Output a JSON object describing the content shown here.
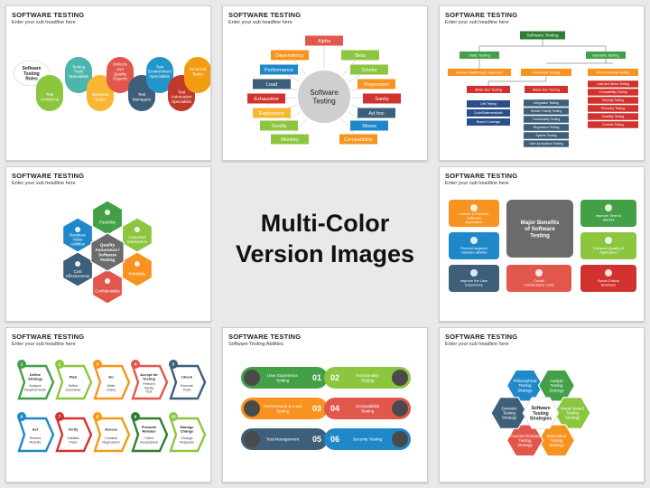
{
  "center": {
    "line1": "Multi-Color",
    "line2": "Version Images"
  },
  "slides": [
    {
      "title": "SOFTWARE TESTING",
      "subtitle": "Enter your sub headline here",
      "start_label": "Software Testing Roles",
      "roles": [
        "Test Architects",
        "Testing Tools Specialists",
        "Business Tester",
        "Defects and Quality Experts",
        "Test Managers",
        "Test Environment Specialists",
        "Test Automation Specialists",
        "Technical Tester"
      ],
      "colors": [
        "#8cc63f",
        "#4db6ac",
        "#f7b733",
        "#e2574c",
        "#3e5f7a",
        "#2196c9",
        "#c0392b",
        "#f39c12"
      ]
    },
    {
      "title": "SOFTWARE TESTING",
      "subtitle": "Enter your sub headline here",
      "center": "Software Testing",
      "types": [
        "Alpha",
        "Beta",
        "Smoke",
        "Regression",
        "Sanity",
        "Ad hoc",
        "Stress",
        "Compatibility",
        "Monkey",
        "Gorilla",
        "Exploratory",
        "Exhaustive",
        "Load",
        "Performance",
        "Dependency"
      ],
      "colors": [
        "#e2574c",
        "#8cc63f",
        "#8cc63f",
        "#f7931e",
        "#d2322d",
        "#3e5f7a",
        "#1e88c9",
        "#f7931e",
        "#8cc63f",
        "#8cc63f",
        "#f7b733",
        "#d2322d",
        "#3e5f7a",
        "#1e88c9",
        "#f7931e"
      ]
    },
    {
      "title": "SOFTWARE TESTING",
      "subtitle": "Enter your sub headline here",
      "root": "Software Testing",
      "static": "Static Testing",
      "dynamic": "Dynamic Testing",
      "static_child": "Review, Walkthrough, Inspection",
      "functional": "Functional Testing",
      "nonfunctional": "Non Functional Testing",
      "white": "White Box Testing",
      "black": "Black Box Testing",
      "white_items": [
        "Unit Testing",
        "Code/Statement/path",
        "Branch Coverage"
      ],
      "black_items": [
        "Integration Testing",
        "Smoke / Sanity Testing",
        "Functionality Testing",
        "Regression Testing",
        "System Testing",
        "User Acceptance Testing"
      ],
      "nf_items": [
        "Load and Stress Testing",
        "Compatibility Testing",
        "Security Testing",
        "Recovery Testing",
        "Usability Testing",
        "Cookies Testing"
      ]
    },
    {
      "title": "SOFTWARE TESTING",
      "subtitle": "Enter your sub headline here",
      "center": "Quality Assurance / Software Testing",
      "items": [
        "Flexibility",
        "Customer Satisfaction",
        "Reliability",
        "Confidentiality",
        "Cost Effectiveness",
        "Business Value Addition"
      ],
      "colors": [
        "#43a047",
        "#8cc63f",
        "#f7931e",
        "#e2574c",
        "#3e5f7a",
        "#1e88c9"
      ]
    },
    {
      "title": "SOFTWARE TESTING",
      "subtitle": "Enter your sub headline here",
      "center": "Major Benefits of Software Testing",
      "items": [
        "Launch a Flawless Software Application",
        "Improve Time to Market",
        "Prevent targeted malware attacks",
        "Enhance Quality of Application",
        "Improve the User Experience",
        "Curtail maintenance costs",
        "Boost Critical Business"
      ],
      "colors": [
        "#f7931e",
        "#43a047",
        "#1e88c9",
        "#8cc63f",
        "#3e5f7a",
        "#e2574c",
        "#d2322d"
      ]
    },
    {
      "title": "SOFTWARE TESTING",
      "subtitle": "Enter your sub headline here",
      "steps": [
        {
          "n": "1",
          "a": "Define Strategy",
          "b": "Analyze Requirements"
        },
        {
          "n": "2",
          "a": "Plan",
          "b": "Define Scenarios"
        },
        {
          "n": "3",
          "a": "Do",
          "b": "Write Cases"
        },
        {
          "n": "4",
          "a": "Accept for Testing",
          "b": "Perform Sanity Test"
        },
        {
          "n": "5",
          "a": "Check",
          "b": "Execute Tests"
        },
        {
          "n": "6",
          "a": "Act",
          "b": "Review Results"
        },
        {
          "n": "7",
          "a": "Verify",
          "b": "Validate Fixes"
        },
        {
          "n": "8",
          "a": "Assess",
          "b": "Conduct Regression"
        },
        {
          "n": "9",
          "a": "Promote Release",
          "b": "Client Acceptance"
        },
        {
          "n": "10",
          "a": "Manage Change",
          "b": "Change Requests"
        }
      ],
      "colors": [
        "#43a047",
        "#8cc63f",
        "#f7931e",
        "#e2574c",
        "#3e5f7a",
        "#1e88c9",
        "#d2322d",
        "#f39c12",
        "#2e7d32",
        "#8cc63f"
      ]
    },
    {
      "title": "SOFTWARE TESTING",
      "subtitle": "Software Testing Abilities",
      "items": [
        {
          "n": "01",
          "label": "User Experience Testing"
        },
        {
          "n": "02",
          "label": "Functionality Testing"
        },
        {
          "n": "03",
          "label": "Performance & Load Testing"
        },
        {
          "n": "04",
          "label": "Compatibility Testing"
        },
        {
          "n": "05",
          "label": "Test Management"
        },
        {
          "n": "06",
          "label": "Security Testing"
        }
      ],
      "colors": [
        "#43a047",
        "#8cc63f",
        "#f7931e",
        "#e2574c",
        "#3e5f7a",
        "#1e88c9"
      ]
    },
    {
      "title": "SOFTWARE TESTING",
      "subtitle": "Enter your sub headline here",
      "center": "Software Testing Strategies",
      "items": [
        "Philosophical Testing Strategy",
        "Analytic Testing Strategy",
        "Model-based Testing Strategy",
        "Methodical Testing Strategy",
        "Process-Oriented Testing Strategy",
        "Dynamic Testing Strategy"
      ],
      "colors": [
        "#1e88c9",
        "#43a047",
        "#8cc63f",
        "#f7931e",
        "#e2574c",
        "#3e5f7a"
      ]
    }
  ]
}
